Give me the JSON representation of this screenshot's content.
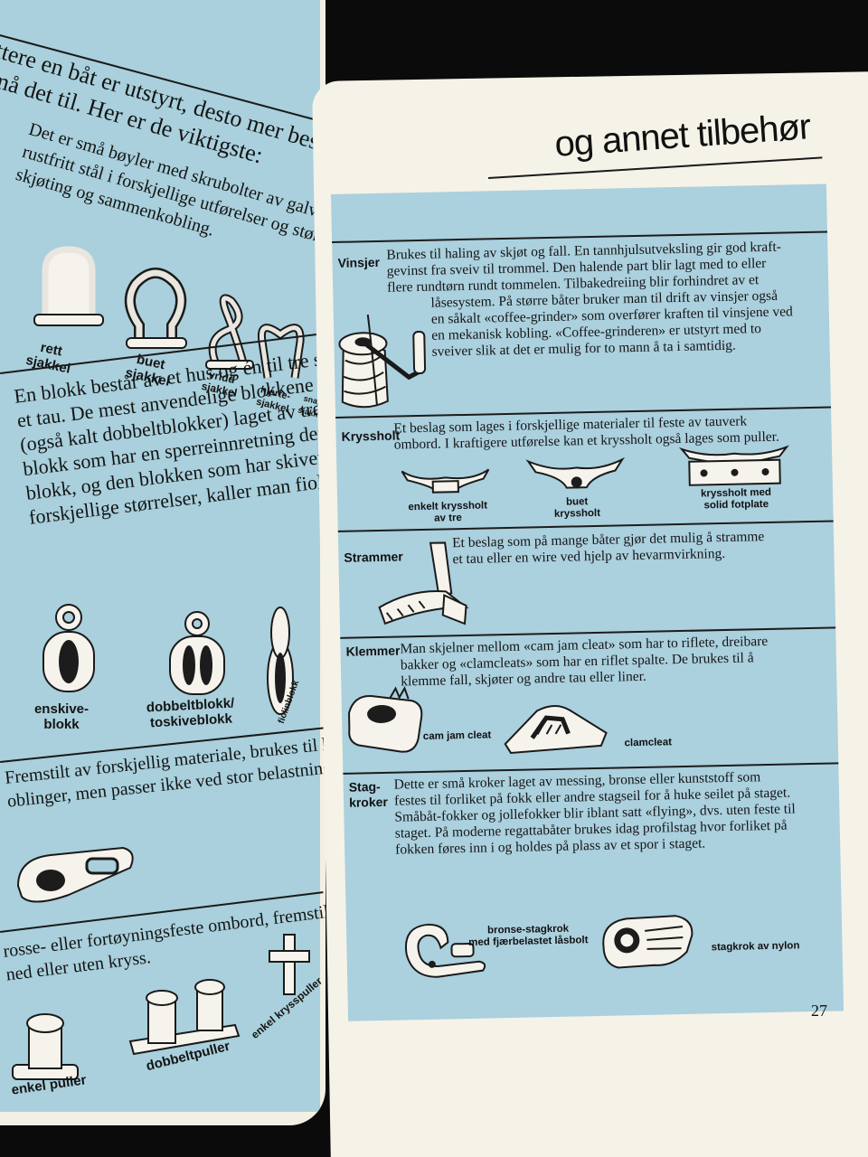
{
  "left_page": {
    "intro_lines": [
      "ttere en båt er utstyrt, desto mer beslag og flere ting",
      "må det til. Her er de viktigste:"
    ],
    "shackle_intro": [
      "Det er små bøyler med skrubolter av galvanisert",
      "rustfritt stål i forskjellige utførelser og størrelser til",
      "skjøting og sammenkobling."
    ],
    "shackles": [
      {
        "label": "rett\nsjakkel"
      },
      {
        "label": "buet\nsjakkel"
      },
      {
        "label": "vridd\nsjakkel"
      },
      {
        "label": "hjerte-\nsjakkel"
      },
      {
        "label": "snap-\nsjakkel"
      }
    ],
    "block_text": [
      "En blokk består av et hus og én til tre skiver. Gjennom",
      "et tau. De mest anvendelige blokkene er en- og toskive",
      "(også kalt dobbeltblokker) laget av tre, metall eller kunst-",
      "blokk som har en sperreinnretning den ene veien blir",
      "blokk, og den blokken som har skiver liggende etter h",
      "forskjellige størrelser, kaller man fiolinblokk."
    ],
    "blocks": [
      {
        "label": "enskive-\nblokk"
      },
      {
        "label": "dobbeltblokk/\ntoskiveblokk"
      },
      {
        "label": "fiolinblokk"
      }
    ],
    "fremstilt_text": [
      "Fremstilt av forskjellig materiale, brukes til hurtige og",
      "oblinger, men passer ikke ved stor belastning."
    ],
    "trosse_text": [
      "rosse- eller fortøyningsfeste ombord, fremstilles med",
      "ned eller uten kryss."
    ],
    "bollards": [
      {
        "label": "enkel puller"
      },
      {
        "label": "dobbeltpuller"
      },
      {
        "label": "enkel krysspuller"
      }
    ]
  },
  "right_page": {
    "heading": "og annet tilbehør",
    "page_number": "27",
    "sections": [
      {
        "label": "Vinsjer",
        "text": [
          "Brukes til haling av skjøt og fall. En tannhjulsutveksling gir god kraft-",
          "gevinst fra sveiv til trommel. Den halende part blir lagt med to eller",
          "flere rundtørn rundt tommelen. Tilbakedreiing blir forhindret av et",
          "låsesystem. På større båter bruker man til drift av vinsjer også",
          "en såkalt «coffee-grinder» som overfører kraften til vinsjene ved",
          "en mekanisk kobling. «Coffee-grinderen» er utstyrt med to",
          "sveiver slik at det er mulig for to mann å ta i samtidig."
        ]
      },
      {
        "label": "Kryssholt",
        "text": [
          "Et beslag som lages i forskjellige materialer til feste av tauverk",
          "ombord. I kraftigere utførelse kan et kryssholt også lages som puller."
        ],
        "items": [
          "enkelt kryssholt\nav tre",
          "buet\nkryssholt",
          "kryssholt med\nsolid fotplate"
        ]
      },
      {
        "label": "Strammer",
        "text": [
          "Et beslag som på mange båter gjør det mulig å stramme",
          "et tau eller en wire ved hjelp av hevarmvirkning."
        ]
      },
      {
        "label": "Klemmer",
        "text": [
          "Man skjelner mellom «cam jam cleat» som har to riflete, dreibare",
          "bakker og «clamcleats» som har en riflet spalte. De brukes til å",
          "klemme fall, skjøter og andre tau eller liner."
        ],
        "items": [
          "cam jam cleat",
          "clamcleat"
        ]
      },
      {
        "label": "Stag-\nkroker",
        "text": [
          "Dette er små kroker laget av messing, bronse eller kunststoff som",
          "festes til forliket på fokk eller andre stagseil for å huke seilet på staget.",
          "Småbåt-fokker og jollefokker blir iblant satt «flying», dvs. uten feste til",
          "staget. På moderne regattabåter brukes idag profilstag hvor forliket på",
          "fokken føres inn i og holdes på plass av et spor i staget."
        ],
        "items": [
          "bronse-stagkrok\nmed fjærbelastet låsbolt",
          "stagkrok av nylon"
        ]
      }
    ]
  }
}
